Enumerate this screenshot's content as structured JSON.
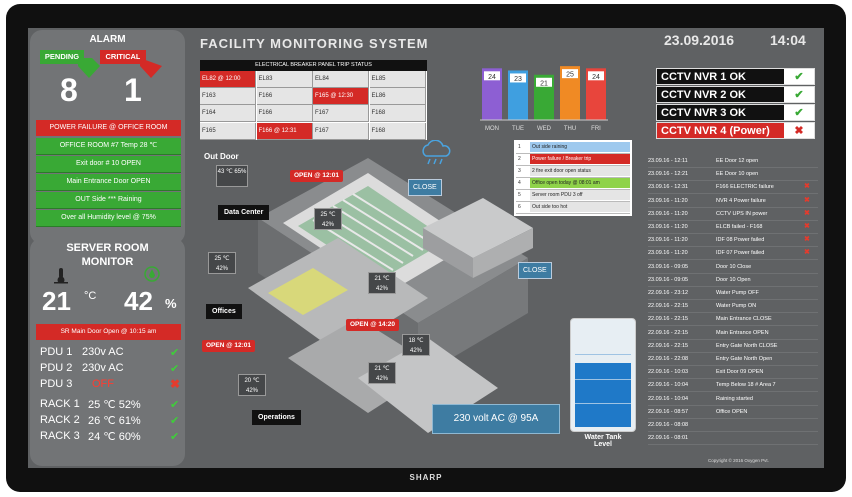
{
  "brand": "SHARP",
  "title": "FACILITY MONITORING SYSTEM",
  "date": "23.09.2016",
  "time": "14:04",
  "alarm": {
    "heading": "ALARM",
    "pending_label": "PENDING",
    "critical_label": "CRITICAL",
    "pending_count": "8",
    "critical_count": "1"
  },
  "alarm_bars": [
    {
      "text": "POWER FAILURE @ OFFICE ROOM"
    },
    {
      "text": "OFFICE ROOM #7  Temp     28 ℃"
    },
    {
      "text": "Exit door # 10     OPEN"
    },
    {
      "text": "Main Entrance Door   OPEN"
    },
    {
      "text": "OUT Side ***    Raining"
    },
    {
      "text": "Over all Humidity level  @  75%"
    }
  ],
  "server": {
    "title_line1": "SERVER ROOM",
    "title_line2": "MONITOR",
    "temp": "21",
    "temp_unit": "°C",
    "humidity": "42",
    "humidity_unit": "%",
    "door_alert": "SR Main Door Open @ 10:15 am"
  },
  "pdus": [
    {
      "label": "PDU 1",
      "value": "230v AC",
      "status": "ok"
    },
    {
      "label": "PDU 2",
      "value": "230v AC",
      "status": "ok"
    },
    {
      "label": "PDU 3",
      "value": "OFF",
      "status": "fail"
    },
    {
      "label": "RACK 1",
      "value": "25 ℃ 52%",
      "status": "ok"
    },
    {
      "label": "RACK 2",
      "value": "26 ℃ 61%",
      "status": "ok"
    },
    {
      "label": "RACK 3",
      "value": "24 ℃ 60%",
      "status": "ok"
    }
  ],
  "breaker": {
    "title": "ELECTRICAL BREAKER PANEL TRIP STATUS",
    "rows": [
      [
        "EL82 @ 12:00",
        "EL83",
        "EL84",
        "EL85"
      ],
      [
        "F163",
        "F166",
        "F165 @ 12:30",
        "EL86"
      ],
      [
        "F164",
        "F166",
        "F167",
        "F168"
      ],
      [
        "F165",
        "F166 @ 12:31",
        "F167",
        "F168"
      ]
    ],
    "alerts": [
      [
        0,
        0
      ],
      [
        1,
        2
      ],
      [
        3,
        1
      ]
    ]
  },
  "chart_data": {
    "type": "bar",
    "categories": [
      "MON",
      "TUE",
      "WED",
      "THU",
      "FRI"
    ],
    "values": [
      24,
      23,
      21,
      25,
      24
    ],
    "colors": [
      "#8d5fd3",
      "#3f9fe0",
      "#39a935",
      "#f08a24",
      "#e8453c"
    ],
    "ylim": [
      0,
      26
    ],
    "title": "",
    "xlabel": "",
    "ylabel": ""
  },
  "weather_legend": [
    {
      "num": "1",
      "text": "Out side raining",
      "color": "#9ec9ee"
    },
    {
      "num": "2",
      "text": "Power failure / Breaker trip",
      "color": "#d42a26"
    },
    {
      "num": "3",
      "text": "2 fire exit door open status",
      "color": "#e5e5e5"
    },
    {
      "num": "4",
      "text": "Office open today @ 08:01 am",
      "color": "#8fd34a"
    },
    {
      "num": "5",
      "text": "Server room PDU 3 off",
      "color": "#e5e5e5"
    },
    {
      "num": "6",
      "text": "Out side too hot",
      "color": "#e5e5e5"
    }
  ],
  "cctv": [
    {
      "text": "CCTV  NVR 1   OK",
      "status": "ok"
    },
    {
      "text": "CCTV  NVR 2   OK",
      "status": "ok"
    },
    {
      "text": "CCTV  NVR 3   OK",
      "status": "ok"
    },
    {
      "text": "CCTV  NVR 4  (Power)",
      "status": "fail"
    }
  ],
  "events": [
    {
      "t": "23.09.16 - 12:11",
      "m": "EE Door 12  open",
      "x": false
    },
    {
      "t": "23.09.16 - 12:21",
      "m": "EE Door 10  open",
      "x": false
    },
    {
      "t": "23.09.16 - 12:31",
      "m": "F166  ELECTRIC failure",
      "x": true
    },
    {
      "t": "23.09.16 - 11:20",
      "m": "NVR 4 Power failure",
      "x": true
    },
    {
      "t": "23.09.16 - 11:20",
      "m": "CCTV UPS IN power",
      "x": true
    },
    {
      "t": "23.09.16 - 11:20",
      "m": "ELCB failed  - F168",
      "x": true
    },
    {
      "t": "23.09.16 - 11:20",
      "m": "IDF 08 Power failed",
      "x": true
    },
    {
      "t": "23.09.16 - 11:20",
      "m": "IDF 07 Power failed",
      "x": true
    },
    {
      "t": "23.09.16 - 09:05",
      "m": "Door 10 Close",
      "x": false
    },
    {
      "t": "23.09.16 - 09:05",
      "m": "Door 10 Open",
      "x": false
    },
    {
      "t": "22.09.16 - 23:12",
      "m": "Water Pump OFF",
      "x": false
    },
    {
      "t": "22.09.16 - 22:15",
      "m": "Water Pump ON",
      "x": false
    },
    {
      "t": "22.09.16 - 22:15",
      "m": "Main Entrance CLOSE",
      "x": false
    },
    {
      "t": "22.09.16 - 22:15",
      "m": "Main Entrance  OPEN",
      "x": false
    },
    {
      "t": "22.09.16 - 22:15",
      "m": "Entry Gate North  CLOSE",
      "x": false
    },
    {
      "t": "22.09.16 - 22:08",
      "m": "Entry Gate North  Open",
      "x": false
    },
    {
      "t": "22.09.16 - 10:03",
      "m": "Exit Door  09 OPEN",
      "x": false
    },
    {
      "t": "22.09.16 - 10:04",
      "m": "Temp Below 18  # Area 7",
      "x": false
    },
    {
      "t": "22.09.16 - 10:04",
      "m": "Raining started",
      "x": false
    },
    {
      "t": "22.09.16 - 08:57",
      "m": "Office OPEN",
      "x": false
    },
    {
      "t": "22.09.16 - 08:08",
      "m": "",
      "x": false
    },
    {
      "t": "22.09.16 - 08:01",
      "m": "",
      "x": false
    }
  ],
  "copyright": "Copyright © 2016 Oxygen Pvt.",
  "map": {
    "outdoor_label": "Out Door",
    "outdoor_sensor": "43 ℃  65%",
    "labels": {
      "datacenter": "Data Center",
      "offices": "Offices",
      "operations": "Operations"
    },
    "open_tags": [
      "OPEN @ 12:01",
      "OPEN @ 14:20",
      "OPEN @ 12:01"
    ],
    "close_tags": [
      "CLOSE",
      "CLOSE"
    ],
    "sensors": [
      "25 ℃  42%",
      "25 ℃  42%",
      "21 ℃  42%",
      "18 ℃  42%",
      "21 ℃  42%",
      "20 ℃  42%"
    ],
    "power_reading": "230 volt AC  @ 95A",
    "water_tank_label": "Water Tank Level",
    "water_tank_level_pct": 62
  }
}
